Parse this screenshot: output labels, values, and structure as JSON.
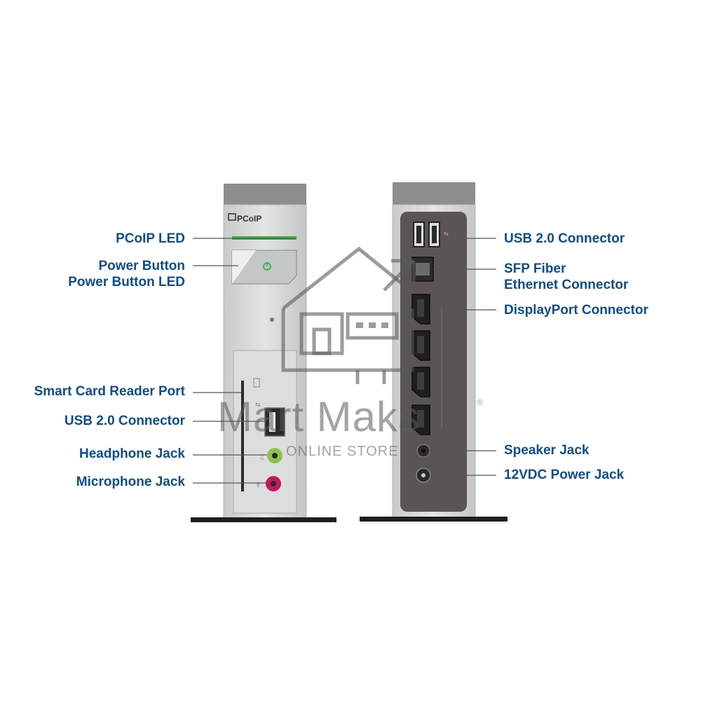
{
  "front_panel": {
    "logo_text": "PCoIP",
    "labels": {
      "pcoip_led": "PCoIP LED",
      "power_button": "Power Button",
      "power_button_led": "Power Button LED",
      "smart_card_reader": "Smart Card Reader Port",
      "usb_connector": "USB 2.0 Connector",
      "headphone_jack": "Headphone Jack",
      "microphone_jack": "Microphone Jack"
    }
  },
  "rear_panel": {
    "labels": {
      "usb_connector": "USB 2.0 Connector",
      "sfp_fiber_line1": "SFP Fiber",
      "sfp_fiber_line2": "Ethernet Connector",
      "displayport": "DisplayPort Connector",
      "speaker_jack": "Speaker Jack",
      "power_jack": "12VDC Power Jack"
    }
  },
  "watermark": {
    "brand": "Mart Maks",
    "registered": "®",
    "tagline": "ONLINE STORE"
  },
  "colors": {
    "label_blue": "#0d4d8a",
    "case_silver": "#d4d5d7",
    "case_top": "#8d8e90",
    "rear_panel_dark": "#5a5455",
    "led_green": "#3cb043",
    "headphone_green": "#8bc34a",
    "microphone_pink": "#c2185b"
  }
}
